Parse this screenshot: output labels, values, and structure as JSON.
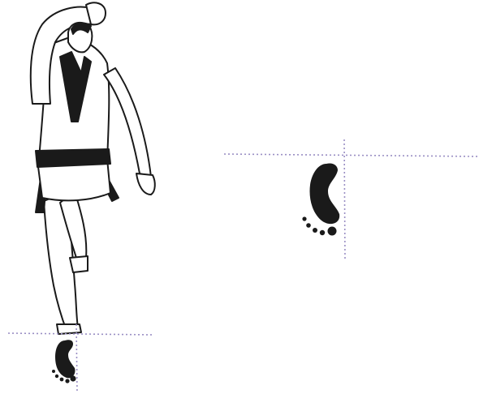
{
  "figure": {
    "subject": "martial-artist-stance-illustration",
    "elements": [
      {
        "name": "martial-artist-figure",
        "icon": "martial-artist-icon"
      },
      {
        "name": "foot-position-marker-standing",
        "icon": "foot-print-icon"
      },
      {
        "name": "foot-position-marker-stepping",
        "icon": "foot-print-icon"
      }
    ],
    "colors": {
      "ink": "#1a1a1a",
      "guide_line": "#9a8fc4",
      "background": "#ffffff"
    }
  }
}
